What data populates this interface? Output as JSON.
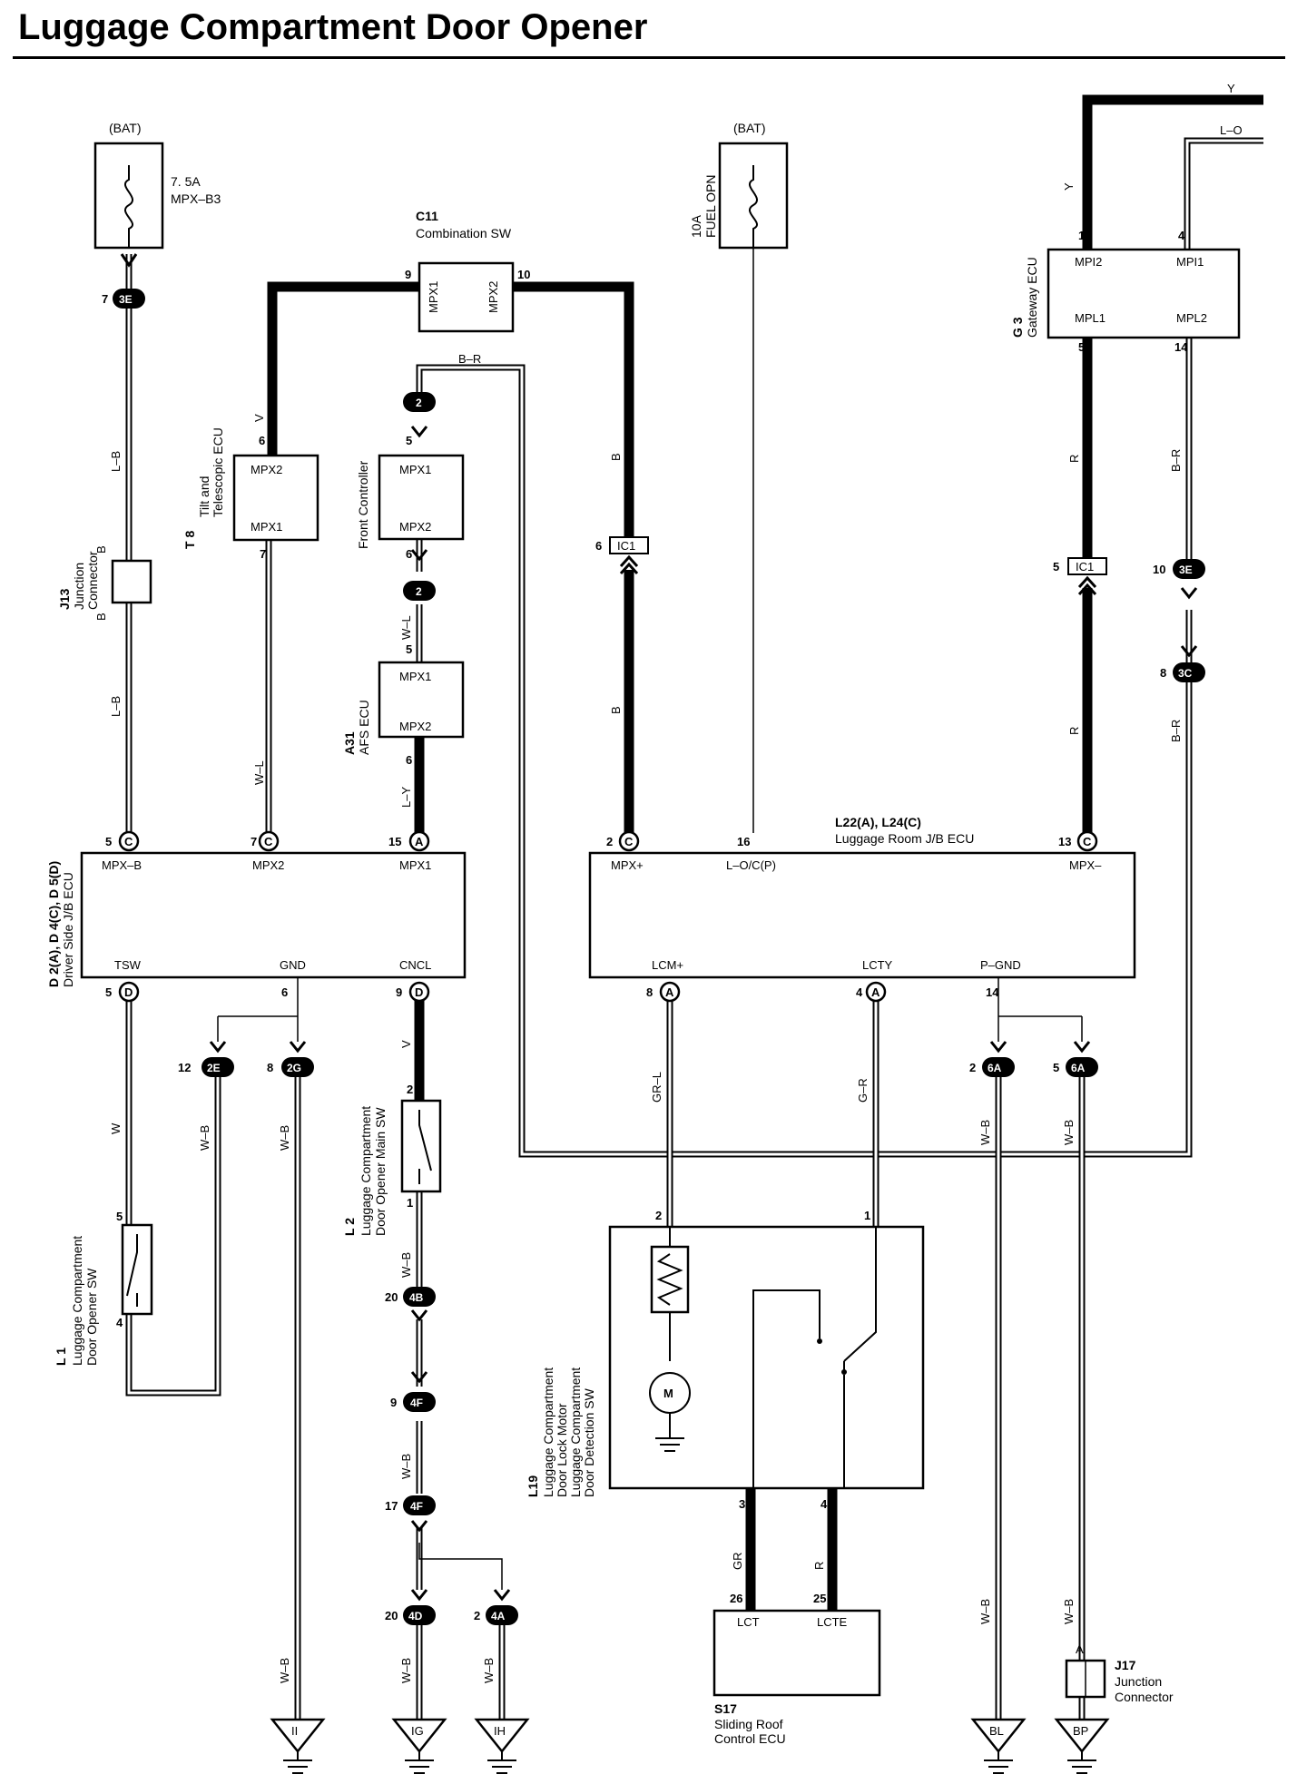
{
  "title": "Luggage Compartment Door Opener",
  "wire_colors": {
    "y": "Y",
    "l_o": "L–O",
    "lb": "L–B",
    "v": "V",
    "wl": "W–L",
    "ly": "L–Y",
    "br": "B–R",
    "b": "B",
    "r": "R",
    "w": "W",
    "wb": "W–B",
    "grl": "GR–L",
    "gr_r": "G–R",
    "gr": "GR"
  },
  "fuses": {
    "bat1": {
      "source": "(BAT)",
      "rating": "7. 5A",
      "name": "MPX–B3"
    },
    "bat2": {
      "source": "(BAT)",
      "rating": "10A",
      "name": "FUEL OPN"
    }
  },
  "components": {
    "c11": {
      "code": "C11",
      "name": "Combination SW",
      "pin_left": "MPX1",
      "pin_right": "MPX2",
      "pin_left_no": "9",
      "pin_right_no": "10"
    },
    "t8": {
      "code": "T 8",
      "name1": "Tilt and",
      "name2": "Telescopic ECU",
      "pin_top": "MPX2",
      "pin_bottom": "MPX1",
      "top_no": "6",
      "bottom_no": "7"
    },
    "front": {
      "name": "Front Controller",
      "pin_top": "MPX1",
      "pin_bottom": "MPX2",
      "top_no": "5",
      "bottom_no": "6"
    },
    "a31": {
      "code": "A31",
      "name": "AFS ECU",
      "pin_top": "MPX1",
      "pin_bottom": "MPX2",
      "top_no": "5",
      "bottom_no": "6"
    },
    "j13": {
      "code": "J13",
      "name1": "Junction",
      "name2": "Connector",
      "pin": "B"
    },
    "d2": {
      "code": "D 2(A), D 4(C), D 5(D)",
      "name": "Driver Side J/B ECU",
      "top_pins": [
        "MPX–B",
        "MPX2",
        "MPX1"
      ],
      "bottom_pins": [
        "TSW",
        "GND",
        "CNCL"
      ],
      "top_nos": [
        "5",
        "7",
        "15"
      ],
      "top_conn": [
        "C",
        "C",
        "A"
      ],
      "bottom_nos": [
        "5",
        "6",
        "9"
      ],
      "bottom_conn": [
        "D",
        "D"
      ]
    },
    "l22": {
      "code": "L22(A), L24(C)",
      "name": "Luggage Room J/B ECU",
      "top_pins": [
        "MPX+",
        "L–O/C(P)",
        "MPX–"
      ],
      "bottom_pins": [
        "LCM+",
        "LCTY",
        "P–GND"
      ],
      "top_nos": [
        "2",
        "16",
        "13"
      ],
      "top_conn": [
        "C",
        "C"
      ],
      "bottom_nos": [
        "8",
        "4",
        "14"
      ],
      "bottom_conn": [
        "A",
        "A"
      ]
    },
    "g3": {
      "code": "G 3",
      "name": "Gateway ECU",
      "pins": [
        "MPI2",
        "MPI1",
        "MPL1",
        "MPL2"
      ],
      "nos": [
        "13",
        "4",
        "5",
        "14"
      ]
    },
    "l1": {
      "code": "L 1",
      "name1": "Luggage Compartment",
      "name2": "Door Opener SW",
      "pin_top": "5",
      "pin_bottom": "4"
    },
    "l2": {
      "code": "L 2",
      "name1": "Luggage Compartment",
      "name2": "Door Opener Main SW",
      "pin_top": "2",
      "pin_bottom": "1"
    },
    "l19": {
      "code": "L19",
      "name1": "Luggage Compartment",
      "name2": "Door Lock Motor",
      "name3": "Luggage Compartment",
      "name4": "Door Detection SW",
      "pin_left": "2",
      "pin_right": "1",
      "pin_bl": "3",
      "pin_br": "4",
      "motor": "M"
    },
    "s17": {
      "code": "S17",
      "name1": "Sliding Roof",
      "name2": "Control ECU",
      "pins": [
        "LCT",
        "LCTE"
      ],
      "nos": [
        "26",
        "25"
      ]
    },
    "j17": {
      "code": "J17",
      "name1": "Junction",
      "name2": "Connector",
      "pin": "A"
    }
  },
  "connectors": {
    "c3e": {
      "id": "3E",
      "no": "7"
    },
    "c2a": {
      "id": "2",
      "no": ""
    },
    "c2b": {
      "id": "2",
      "no": ""
    },
    "ic1a": {
      "id": "IC1",
      "no": "6"
    },
    "ic1b": {
      "id": "IC1",
      "no": "5"
    },
    "c3e2": {
      "id": "3E",
      "no": "10"
    },
    "c3c": {
      "id": "3C",
      "no": "8"
    },
    "c2e": {
      "id": "2E",
      "no": "12"
    },
    "c2g": {
      "id": "2G",
      "no": "8"
    },
    "c6a1": {
      "id": "6A",
      "no": "2"
    },
    "c6a2": {
      "id": "6A",
      "no": "5"
    },
    "c4b": {
      "id": "4B",
      "no": "20"
    },
    "c4f1": {
      "id": "4F",
      "no": "9"
    },
    "c4f2": {
      "id": "4F",
      "no": "17"
    },
    "c4d": {
      "id": "4D",
      "no": "20"
    },
    "c4a": {
      "id": "4A",
      "no": "2"
    }
  },
  "grounds": [
    "II",
    "IG",
    "IH",
    "BL",
    "BP"
  ]
}
